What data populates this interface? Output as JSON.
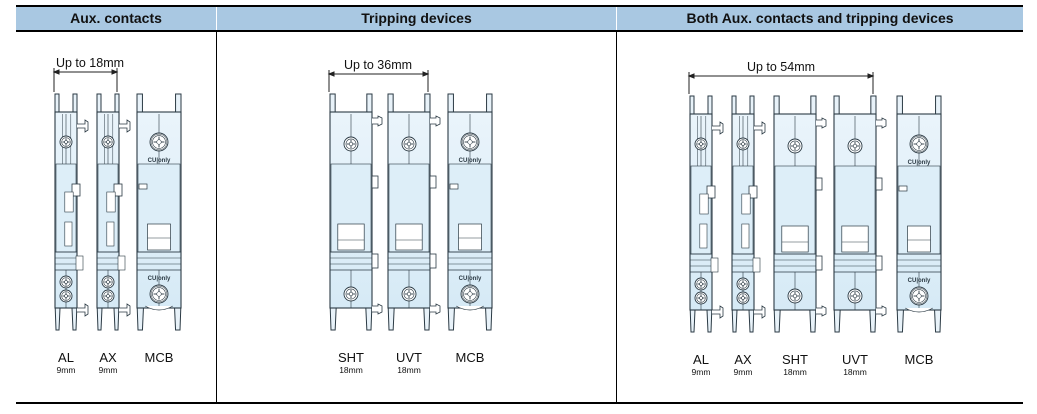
{
  "header": {
    "columns": [
      "Aux. contacts",
      "Tripping devices",
      "Both Aux. contacts and tripping devices"
    ],
    "color": "#A9C8E2"
  },
  "panels": [
    {
      "dimension": "Up to 18mm",
      "modules": [
        {
          "type": "aux",
          "name": "AL",
          "width": "9mm"
        },
        {
          "type": "aux",
          "name": "AX",
          "width": "9mm"
        },
        {
          "type": "mcb",
          "name": "MCB",
          "width": ""
        }
      ]
    },
    {
      "dimension": "Up to 36mm",
      "modules": [
        {
          "type": "trip",
          "name": "SHT",
          "width": "18mm"
        },
        {
          "type": "trip",
          "name": "UVT",
          "width": "18mm"
        },
        {
          "type": "mcb",
          "name": "MCB",
          "width": ""
        }
      ]
    },
    {
      "dimension": "Up to 54mm",
      "modules": [
        {
          "type": "aux",
          "name": "AL",
          "width": "9mm"
        },
        {
          "type": "aux",
          "name": "AX",
          "width": "9mm"
        },
        {
          "type": "trip",
          "name": "SHT",
          "width": "18mm"
        },
        {
          "type": "trip",
          "name": "UVT",
          "width": "18mm"
        },
        {
          "type": "mcb",
          "name": "MCB",
          "width": ""
        }
      ]
    }
  ],
  "mcb_marking": "CU only",
  "colors": {
    "body": "#D6EAF6",
    "body_light": "#EAF4FB",
    "outline": "#2B3A44"
  }
}
